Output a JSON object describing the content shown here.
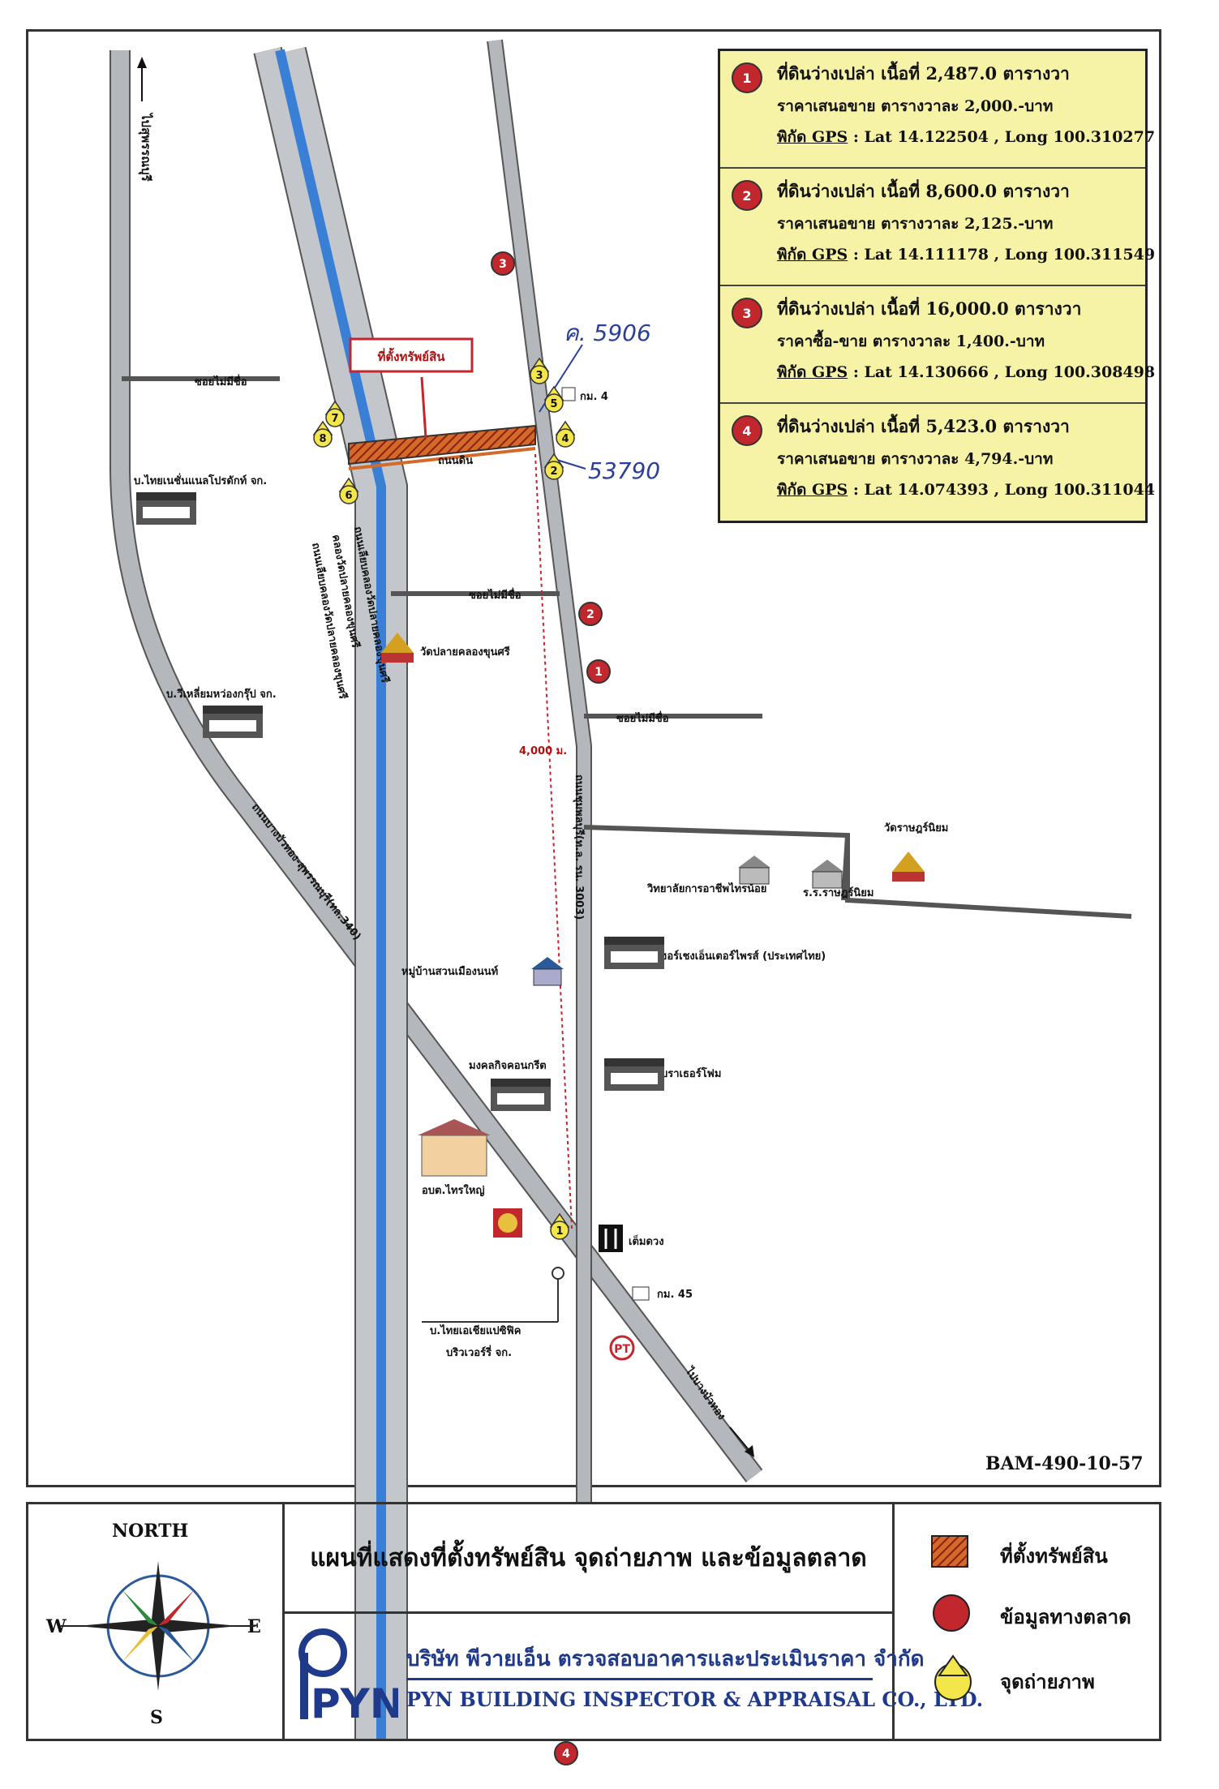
{
  "info_box": [
    {
      "num": "1",
      "line1": "ที่ดินว่างเปล่า  เนื้อที่ 2,487.0 ตารางวา",
      "line2": "ราคาเสนอขาย ตารางวาละ 2,000.-บาท",
      "gps_label": "พิกัด GPS",
      "gps_value": ": Lat 14.122504 , Long 100.310277"
    },
    {
      "num": "2",
      "line1": "ที่ดินว่างเปล่า  เนื้อที่ 8,600.0 ตารางวา",
      "line2": "ราคาเสนอขาย ตารางวาละ 2,125.-บาท",
      "gps_label": "พิกัด GPS",
      "gps_value": ":  Lat 14.111178 , Long 100.311549"
    },
    {
      "num": "3",
      "line1": "ที่ดินว่างเปล่า  เนื้อที่ 16,000.0 ตารางวา",
      "line2": "ราคาซื้อ-ขาย ตารางวาละ 1,400.-บาท",
      "gps_label": "พิกัด GPS",
      "gps_value": ":  Lat 14.130666 , Long 100.308498"
    },
    {
      "num": "4",
      "line1": "ที่ดินว่างเปล่า  เนื้อที่ 5,423.0 ตารางวา",
      "line2": "ราคาเสนอขาย ตารางวาละ 4,794.-บาท",
      "gps_label": "พิกัด GPS",
      "gps_value": ":  Lat 14.074393 , Long 100.311044"
    }
  ],
  "map_labels": {
    "to_suphan": "ไปสุพรรณบุรี",
    "property_location": "ที่ตั้งทรัพย์สิน",
    "soi_no_name_1": "ซอยไม่มีชื่อ",
    "soi_no_name_2": "ซอยไม่มีชื่อ",
    "soi_no_name_3": "ซอยไม่มีชื่อ",
    "company_thai_nestle": "บ.ไทยเนชั่นแนลโปรดักท์ จก.",
    "company_square_tube": "บ.วีเหลี่ยมหว่องกรุ๊ป จก.",
    "wat_plai_khlong": "วัดปลายคลองขุนศรี",
    "road_khlong_bank_1": "ถนนเลียบคลองวัดปลายคลองขุนศรี",
    "road_khlong_bank_2": "คลองวัดปลายคลองขุนศรี",
    "road_khlong_bank_3": "ถนนเลียบคลองวัดปลายคลองขุนศรี",
    "distance": "4,000 ม.",
    "route_3003": "ถนนชุมพลบุรี(ท.ล. รน. 3003)",
    "wat_rat_niyom": "วัดราษฎร์นิยม",
    "college": "วิทยาลัยการอาชีพไทรน้อย",
    "school": "ร.ร.ราษฎร์นิยม",
    "highway_340": "ถนนบางบัวทอง-สุพรรณบุรี(ทล.340)",
    "village": "หมู่บ้านสวนเมืองนนท์",
    "interior_company": "เฮอร์เชงเอ็นเตอร์ไพรส์ (ประเทศไทย)",
    "mongkol_concrete": "มงคลกิจคอนกรีต",
    "brother_foam": "บราเธอร์โฟม",
    "sao_sai_yai": "อบต.ไทรใหญ่",
    "restaurant": "เต็มดวง",
    "km45": "กม. 45",
    "km4": "กม. 4",
    "thai_asia_brewery_1": "บ.ไทยเอเชียแปซิฟิค",
    "thai_asia_brewery_2": "บริวเวอร์รี่ จก.",
    "to_bang_bua_thong": "ไปบางบัวทอง",
    "handwritten_1": "ค. 5906",
    "handwritten_2": "53790",
    "road_small": "ถนนดิน"
  },
  "markers": {
    "market": [
      "3",
      "2",
      "1",
      "4"
    ],
    "photo": [
      "1",
      "2",
      "3",
      "4",
      "5",
      "6",
      "7",
      "8"
    ]
  },
  "doc_id": "BAM-490-10-57",
  "footer": {
    "compass_north": "NORTH",
    "compass_w": "W",
    "compass_e": "E",
    "compass_s": "S",
    "map_title": "แผนที่แสดงที่ตั้งทรัพย์สิน จุดถ่ายภาพ และข้อมูลตลาด",
    "company_th": "บริษัท พีวายเอ็น ตรวจสอบอาคารและประเมินราคา จำกัด",
    "company_en": "PYN BUILDING INSPECTOR & APPRAISAL CO., LTD.",
    "logo_text": "PYN",
    "legend": [
      {
        "symbol": "property-hatch",
        "label": "ที่ตั้งทรัพย์สิน"
      },
      {
        "symbol": "market-circle",
        "label": "ข้อมูลทางตลาด"
      },
      {
        "symbol": "photo-triangle",
        "label": "จุดถ่ายภาพ"
      }
    ]
  },
  "colors": {
    "canal": "#3a7fd6",
    "road": "#9aa0a6",
    "market": "#c1272d",
    "photo": "#f3e64a",
    "property": "#c0392b",
    "infobox": "#f6f3a6"
  }
}
